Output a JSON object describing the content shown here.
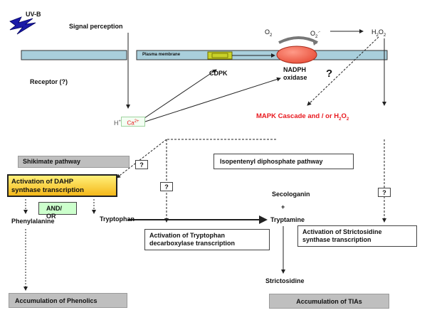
{
  "uvb": "UV-B",
  "signal_perception": "Signal perception",
  "receptor": "Receptor (?)",
  "plasma_membrane": "Plasma membrane",
  "cdpk": "CDPK",
  "nadph_oxidase": [
    "NADPH",
    "oxidase"
  ],
  "o2": "O",
  "o2_sub": "2",
  "superoxide": "O",
  "superoxide_sub": "2",
  "superoxide_sup": ".-",
  "h2o2": [
    "H",
    "2",
    "O",
    "2"
  ],
  "question_mark": "?",
  "h_plus": "H",
  "h_plus_sup": "+",
  "ca": "Ca",
  "ca_sup": "2+",
  "mapk": "MAPK Cascade and / or H",
  "mapk_sub1": "2",
  "mapk_o": "O",
  "mapk_sub2": "2",
  "shikimate": "Shikimate pathway",
  "dahp": [
    "Activation of DAHP",
    "synthase transcription"
  ],
  "and_or": "AND/ OR",
  "phenylalanine": "Phenylalanine",
  "tryptophan": "Tryptophan",
  "ipp": "Isopentenyl diphosphate pathway",
  "secologanin": "Secologanin",
  "plus": "+",
  "tryptamine": "Tryptamine",
  "tdc": [
    "Activation of Tryptophan",
    "decarboxylase transcription"
  ],
  "str": [
    "Activation of Strictosidine",
    "synthase transcription"
  ],
  "strictosidine": "Strictosidine",
  "phenolics": "Accumulation of Phenolics",
  "tias": "Accumulation of TIAs",
  "q": "?",
  "colors": {
    "mapk": "#e8191f",
    "ca": "#e8191f",
    "membrane": "#a9cfdc",
    "nadph": "#f26b57",
    "cdpk": "#c9d22a",
    "dahp_top": "#ffe96b",
    "dahp_bottom": "#f5b81a",
    "and_or_bg": "#ccffcc"
  }
}
